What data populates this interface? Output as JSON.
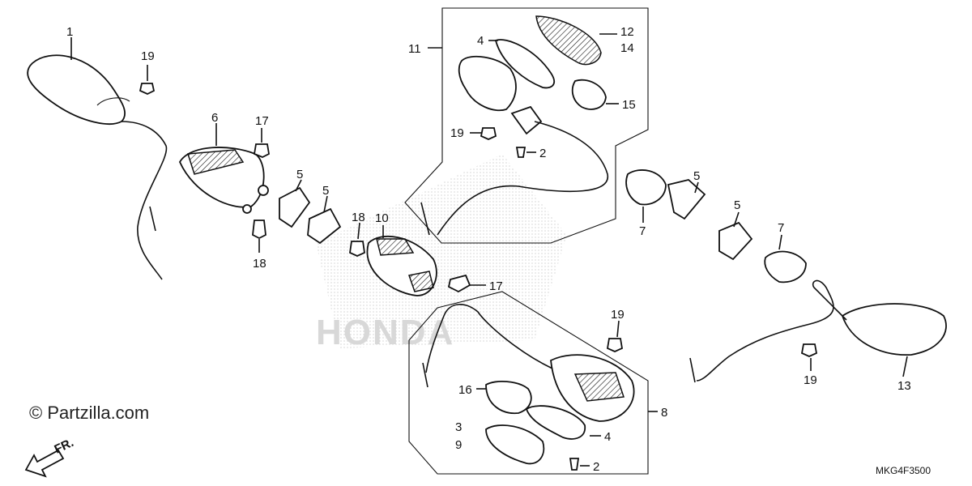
{
  "copyright": "© Partzilla.com",
  "diagram_code": "MKG4F3500",
  "front_arrow_label": "FR.",
  "callouts": [
    "1",
    "2",
    "2",
    "3",
    "4",
    "4",
    "5",
    "5",
    "5",
    "5",
    "6",
    "7",
    "7",
    "8",
    "9",
    "10",
    "11",
    "12",
    "13",
    "14",
    "15",
    "16",
    "17",
    "17",
    "18",
    "18",
    "19",
    "19",
    "19",
    "19"
  ]
}
